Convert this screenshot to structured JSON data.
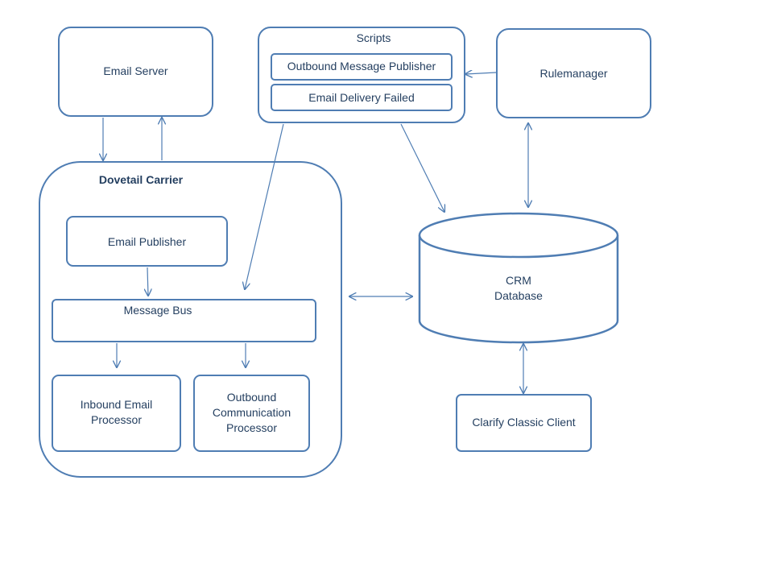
{
  "colors": {
    "stroke": "#4f7db3",
    "arrow": "#4f7db3",
    "text": "#243f60",
    "background": "#ffffff"
  },
  "nodes": {
    "email_server": "Email Server",
    "scripts": {
      "title": "Scripts",
      "items": [
        "Outbound Message Publisher",
        "Email Delivery Failed"
      ]
    },
    "rulemanager": "Rulemanager",
    "dovetail_carrier": "Dovetail Carrier",
    "email_publisher": "Email Publisher",
    "message_bus": "Message Bus",
    "inbound_email_processor": [
      "Inbound Email",
      "Processor"
    ],
    "outbound_communication_processor": [
      "Outbound",
      "Communication",
      "Processor"
    ],
    "crm_database": [
      "CRM",
      "Database"
    ],
    "clarify_classic_client": "Clarify Classic Client"
  },
  "edges": [
    {
      "from": "email_server",
      "to": "dovetail_carrier",
      "direction": "one-way"
    },
    {
      "from": "dovetail_carrier",
      "to": "email_server",
      "direction": "one-way"
    },
    {
      "from": "rulemanager",
      "to": "scripts",
      "direction": "one-way"
    },
    {
      "from": "rulemanager",
      "to": "crm_database",
      "direction": "two-way"
    },
    {
      "from": "scripts",
      "to": "crm_database",
      "direction": "one-way"
    },
    {
      "from": "scripts",
      "to": "message_bus",
      "direction": "one-way"
    },
    {
      "from": "email_publisher",
      "to": "message_bus",
      "direction": "one-way"
    },
    {
      "from": "message_bus",
      "to": "inbound_email_processor",
      "direction": "one-way"
    },
    {
      "from": "message_bus",
      "to": "outbound_communication_processor",
      "direction": "one-way"
    },
    {
      "from": "dovetail_carrier",
      "to": "crm_database",
      "direction": "two-way"
    },
    {
      "from": "crm_database",
      "to": "clarify_classic_client",
      "direction": "two-way"
    }
  ]
}
